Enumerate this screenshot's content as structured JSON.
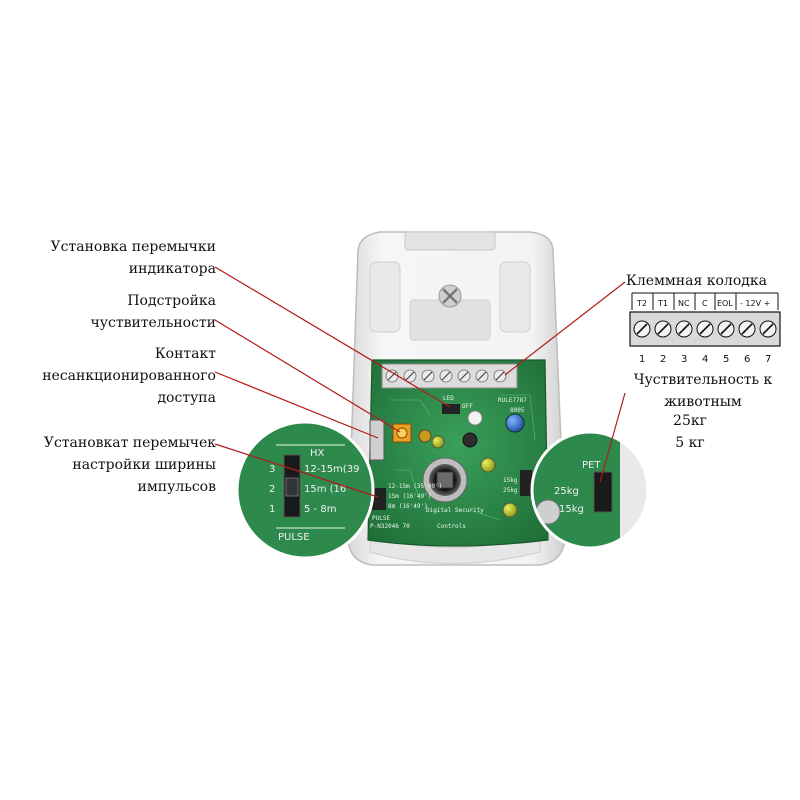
{
  "callouts": {
    "jumper_indicator": [
      "Установка перемычки",
      "индикатора"
    ],
    "sensitivity": [
      "Подстройка",
      "чуствительности"
    ],
    "tamper": [
      "Контакт",
      "несанкционированного",
      "доступа"
    ],
    "pulse_jumper": [
      "Установкат перемычек",
      "настройки ширины",
      "импульсов"
    ],
    "terminal_block": "Клеммная колодка",
    "pet_sensitivity": [
      "Чуствительность к",
      "животным"
    ],
    "pet_25": "25кг",
    "pet_5": "5 кг"
  },
  "terminal_block": {
    "labels": [
      "T2",
      "T1",
      "NC",
      "C",
      "EOL",
      "- 12V +"
    ],
    "numbers": [
      "1",
      "2",
      "3",
      "4",
      "5",
      "6",
      "7"
    ]
  },
  "pcb": {
    "brand": "Digital Security",
    "brand2": "Controls",
    "part": "P-N32046 70",
    "pulse": "PULSE",
    "led": "LED",
    "off": "OFF",
    "model": "RULE7787",
    "rev": "8005",
    "modes": [
      "12-15m (35'40')",
      "15m (16'49')",
      "8m (16'49')"
    ],
    "pet": [
      "15kg",
      "25kg"
    ]
  },
  "inset_left": {
    "header": "HX",
    "pins": [
      "3",
      "2",
      "1"
    ],
    "rows": [
      "12-15m(39",
      "15m (16",
      "5 - 8m"
    ],
    "pulse": "PULSE"
  },
  "inset_right": {
    "header": "PET",
    "rows": [
      "25kg",
      "15kg"
    ]
  },
  "colors": {
    "pcb": "#2f8a4a",
    "leader": "#b41a1a",
    "housing": "#f1f1f1",
    "terminal": "#d9d9d9"
  }
}
